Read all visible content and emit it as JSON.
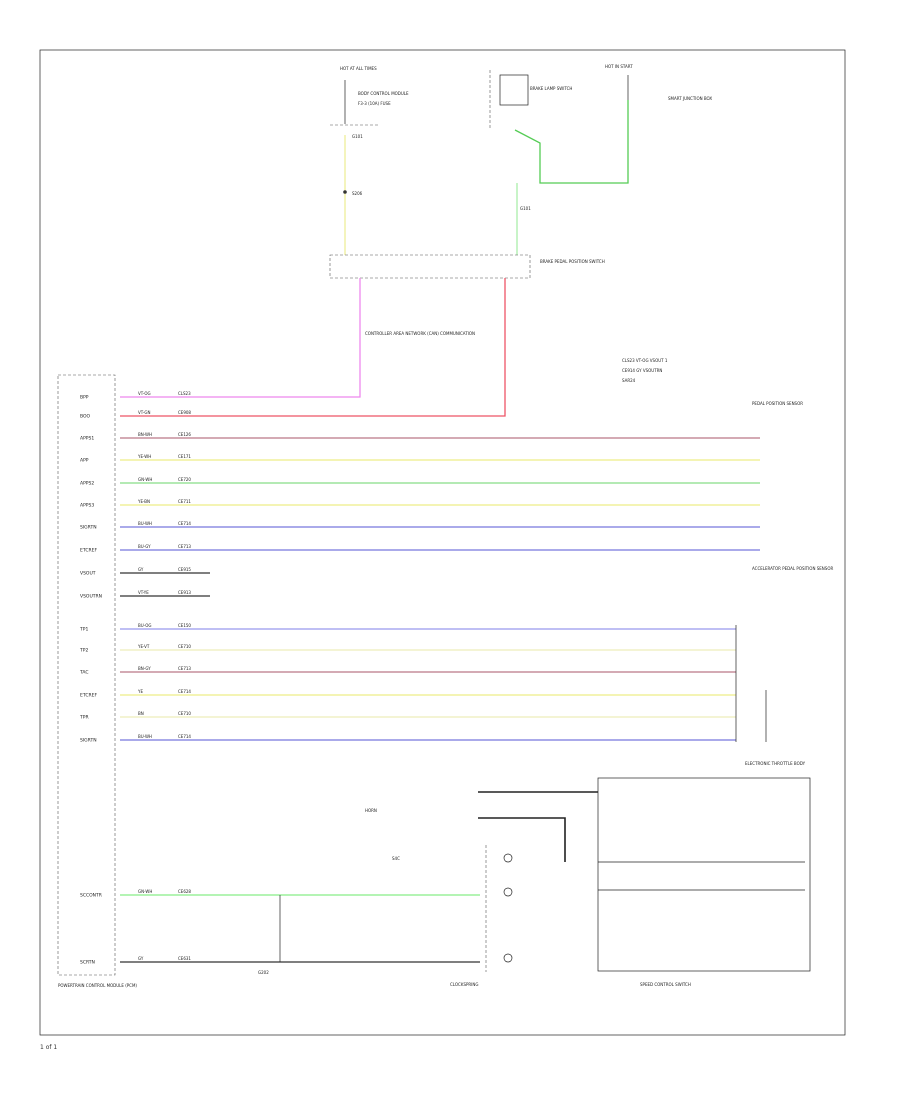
{
  "page": {
    "number": "1 of 1"
  },
  "colors": {
    "pink": "#ee88ee",
    "red": "#ee5566",
    "maroon": "#bb7788",
    "yellow": "#eeee88",
    "green": "#88dd88",
    "blue": "#7777dd",
    "light_yellow": "#eeeebb",
    "purple": "#9999ee",
    "dark_green": "#44bb55",
    "light_green": "#88ee88",
    "black": "#333333"
  },
  "top": {
    "fuse_label": "HOT AT ALL TIMES",
    "fuse_box": "BODY CONTROL MODULE",
    "fuse_detail": "F3-3 (10A) FUSE",
    "junction": "S206",
    "ground_a": "G101",
    "fuse_right": "HOT IN START",
    "fuse_right_box": "SMART JUNCTION BOX",
    "switch_box": "BRAKE LAMP SWITCH",
    "brake_label": "BRAKE PEDAL POSITION SWITCH",
    "right_note": "BRAKE PEDAL POSITION SWITCH",
    "note": "CONTROLLER AREA NETWORK (CAN) COMMUNICATION"
  },
  "left_module": {
    "title": "POWERTRAIN CONTROL MODULE (PCM)",
    "pins": [
      {
        "label": "BPP",
        "wire_code": "VT-OG",
        "circuit": "CLS23",
        "color": "pink"
      },
      {
        "label": "BOO",
        "wire_code": "VT-GN",
        "circuit": "CE908",
        "color": "red"
      },
      {
        "label": "APPS1",
        "wire_code": "BN-WH",
        "circuit": "CE126",
        "color": "maroon"
      },
      {
        "label": "APP",
        "wire_code": "YE-WH",
        "circuit": "CE171",
        "color": "yellow"
      },
      {
        "label": "APPS2",
        "wire_code": "GN-WH",
        "circuit": "CE720",
        "color": "green"
      },
      {
        "label": "APPS3",
        "wire_code": "YE-BN",
        "circuit": "CE711",
        "color": "yellow"
      },
      {
        "label": "SIGRTN",
        "wire_code": "BU-WH",
        "circuit": "CE714",
        "color": "blue"
      },
      {
        "label": "ETCREF",
        "wire_code": "BU-GY",
        "circuit": "CE713",
        "color": "blue"
      },
      {
        "label": "VSOUT",
        "wire_code": "GY",
        "circuit": "CE915",
        "color": "black"
      },
      {
        "label": "VSOUTRN",
        "wire_code": "VT-YE",
        "circuit": "CE913",
        "color": "black"
      },
      {
        "label": "TP1",
        "wire_code": "BU-OG",
        "circuit": "CE150",
        "color": "purple"
      },
      {
        "label": "TP2",
        "wire_code": "YE-VT",
        "circuit": "CE710",
        "color": "light_yellow"
      },
      {
        "label": "TAC",
        "wire_code": "BN-GY",
        "circuit": "CE713",
        "color": "maroon"
      },
      {
        "label": "ETCREF",
        "wire_code": "YE",
        "circuit": "CE714",
        "color": "yellow"
      },
      {
        "label": "TPR",
        "wire_code": "BN",
        "circuit": "CE710",
        "color": "light_yellow"
      },
      {
        "label": "SIGRTN",
        "wire_code": "BU-WH",
        "circuit": "CE714",
        "color": "blue"
      },
      {
        "label": "SCCONTR",
        "wire_code": "GN-WH",
        "circuit": "CE628",
        "color": "light_green"
      },
      {
        "label": "SCRTN",
        "wire_code": "GY",
        "circuit": "CE631",
        "color": "black"
      }
    ]
  },
  "right": {
    "legend": [
      "CLS23 VT-OG  VSOUT 1",
      "CE914 GY  VSOUTRN",
      "SAR24"
    ],
    "sensor1": "PEDAL POSITION SENSOR",
    "sensor2": "ACCELERATOR PEDAL POSITION SENSOR",
    "throttle": "ELECTRONIC THROTTLE BODY",
    "switch_box": "SPEED CONTROL SWITCH",
    "horn": "HORN",
    "clockspring": "CLOCKSPRING",
    "junction2": "S4C",
    "splice": "G202"
  }
}
